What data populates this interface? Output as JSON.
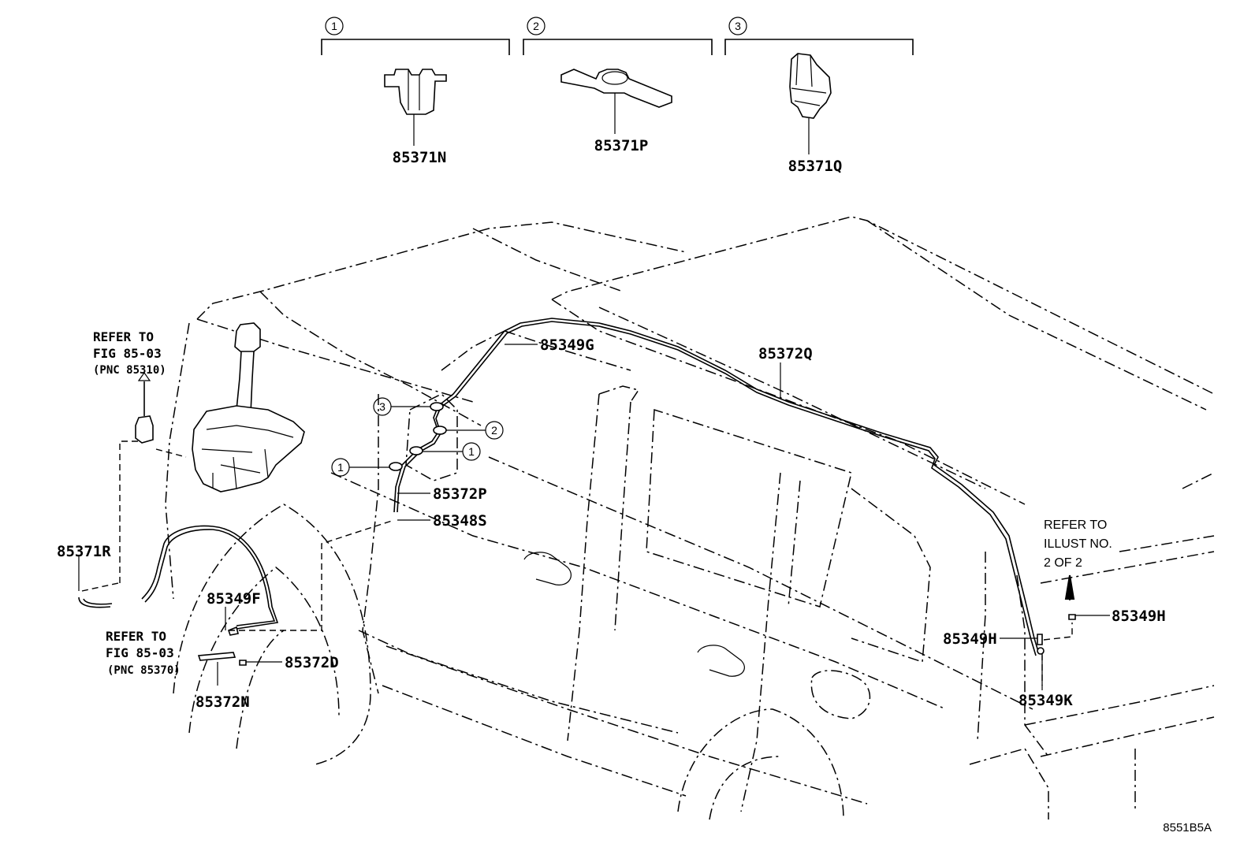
{
  "callout_groups": [
    {
      "num": "1",
      "part": "85371N"
    },
    {
      "num": "2",
      "part": "85371P"
    },
    {
      "num": "3",
      "part": "85371Q"
    }
  ],
  "parts": {
    "p85349G": "85349G",
    "p85372Q": "85372Q",
    "p85372P": "85372P",
    "p85348S": "85348S",
    "p85371R": "85371R",
    "p85349F": "85349F",
    "p85372D": "85372D",
    "p85372N": "85372N",
    "p85349H_right": "85349H",
    "p85349H_left": "85349H",
    "p85349K": "85349K"
  },
  "notes": {
    "refer_a_line1": "REFER TO",
    "refer_a_line2": "FIG 85-03",
    "refer_a_line3": "(PNC 85310)",
    "refer_b_line1": "REFER TO",
    "refer_b_line2": "FIG 85-03",
    "refer_b_line3": "(PNC 85370)",
    "refer_c_line1": "REFER TO",
    "refer_c_line2": "ILLUST NO.",
    "refer_c_line3": "2 OF 2"
  },
  "callouts_on_hose": [
    "3",
    "2",
    "1",
    "1"
  ],
  "illustration_code": "8551B5A"
}
